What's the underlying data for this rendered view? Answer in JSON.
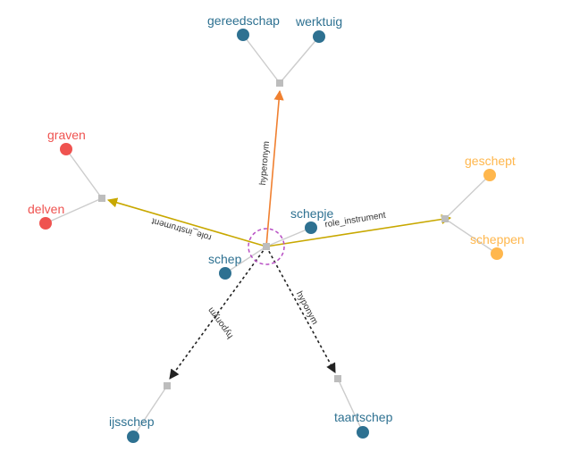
{
  "colors": {
    "center_ring": "#b84fc4",
    "center_node": "#bdbdbd",
    "synset_node": "#bdbdbd",
    "link_line": "#cccccc",
    "hyperonym_edge": "#f08030",
    "role_edge": "#c8a800",
    "hyponym_edge": "#222222",
    "teal": "#2e7191",
    "red": "#ef5350",
    "orange": "#ffb74d"
  },
  "relations": {
    "hyperonym": "hyperonym",
    "role_instrument_left": "role_instrument",
    "role_instrument_right": "role_instrument",
    "hyponym_left": "hyponym",
    "hyponym_right": "hyponym"
  },
  "words": {
    "center": [
      "schep",
      "schepje"
    ],
    "hyperonym": [
      "gereedschap",
      "werktuig"
    ],
    "role_left": [
      "graven",
      "delven"
    ],
    "role_right": [
      "geschept",
      "scheppen"
    ],
    "hyponym_left": [
      "ijsschep"
    ],
    "hyponym_right": [
      "taartschep"
    ]
  }
}
